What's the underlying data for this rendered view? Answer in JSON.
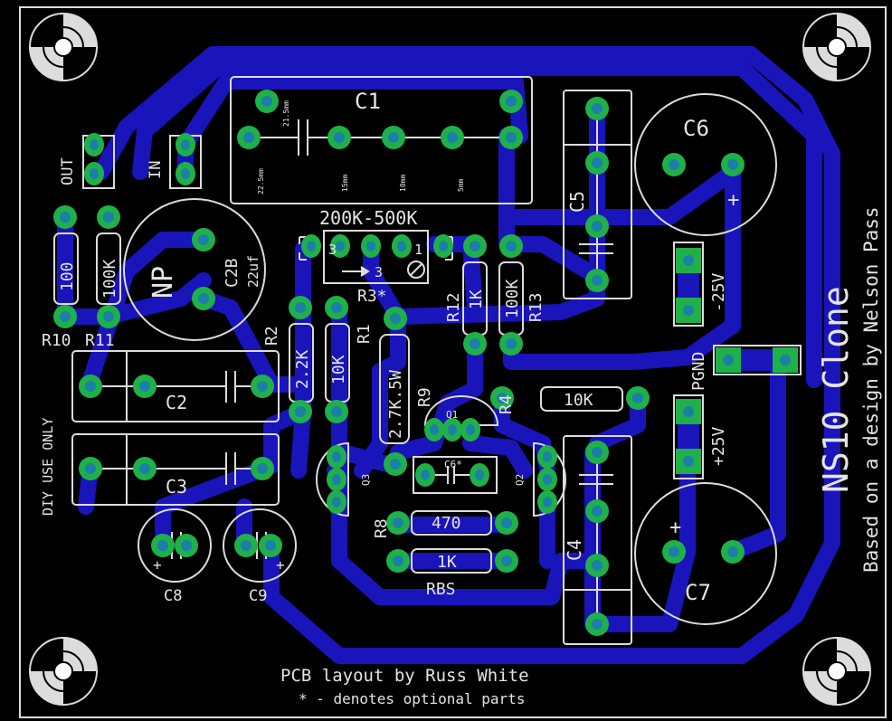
{
  "board": {
    "title": "NS10 Clone",
    "subtitle": "Based on a design by Nelson Pass",
    "credit": "PCB layout by Russ White",
    "note": "* - denotes optional parts",
    "diy": "DIY USE ONLY"
  },
  "labels": {
    "out": "OUT",
    "in": "IN",
    "c1": "C1",
    "c1_22": "22.5mm",
    "c1_21": "21.5mm",
    "c1_15": "15mm",
    "c1_10": "10mm",
    "c1_5": "5mm",
    "pot_range": "200K-500K",
    "r3": "R3*",
    "pot_pin3": "3",
    "pot_pin1": "1",
    "pot_arrow3": "3",
    "r10_val": "100",
    "r11_val": "100K",
    "r10": "R10",
    "r11": "R11",
    "np": "NP",
    "c2b": "C2B",
    "c2b_val": "22uf",
    "r12": "R12",
    "r12_val": "1K",
    "r13_val": "100K",
    "r13": "R13",
    "c5": "C5",
    "c6": "C6",
    "c6_plus": "+",
    "neg25": "-25V",
    "pgnd": "PGND",
    "pos25": "+25V",
    "r2": "R2",
    "r2_val": "2.2K",
    "r1_val": "10K",
    "r1": "R1",
    "r9_val": "2.7K.5W",
    "r9": "R9",
    "r4": "R4",
    "r4_val": "10K",
    "q1": "Q1",
    "q2": "Q2",
    "q3": "Q3",
    "c6star": "C6*",
    "c2": "C2",
    "c3": "C3",
    "r8": "R8",
    "r8_val": "470",
    "rbs_val": "1K",
    "rbs": "RBS",
    "c4": "C4",
    "c7": "C7",
    "c7_plus": "+",
    "c8": "C8",
    "c9": "C9",
    "c8_plus": "+",
    "c9_plus": "+"
  },
  "colors": {
    "board": "#000000",
    "trace": "#1a14bb",
    "pad": "#1fb04a",
    "drill": "#1b7fa8",
    "silk": "#e4e4e4"
  }
}
